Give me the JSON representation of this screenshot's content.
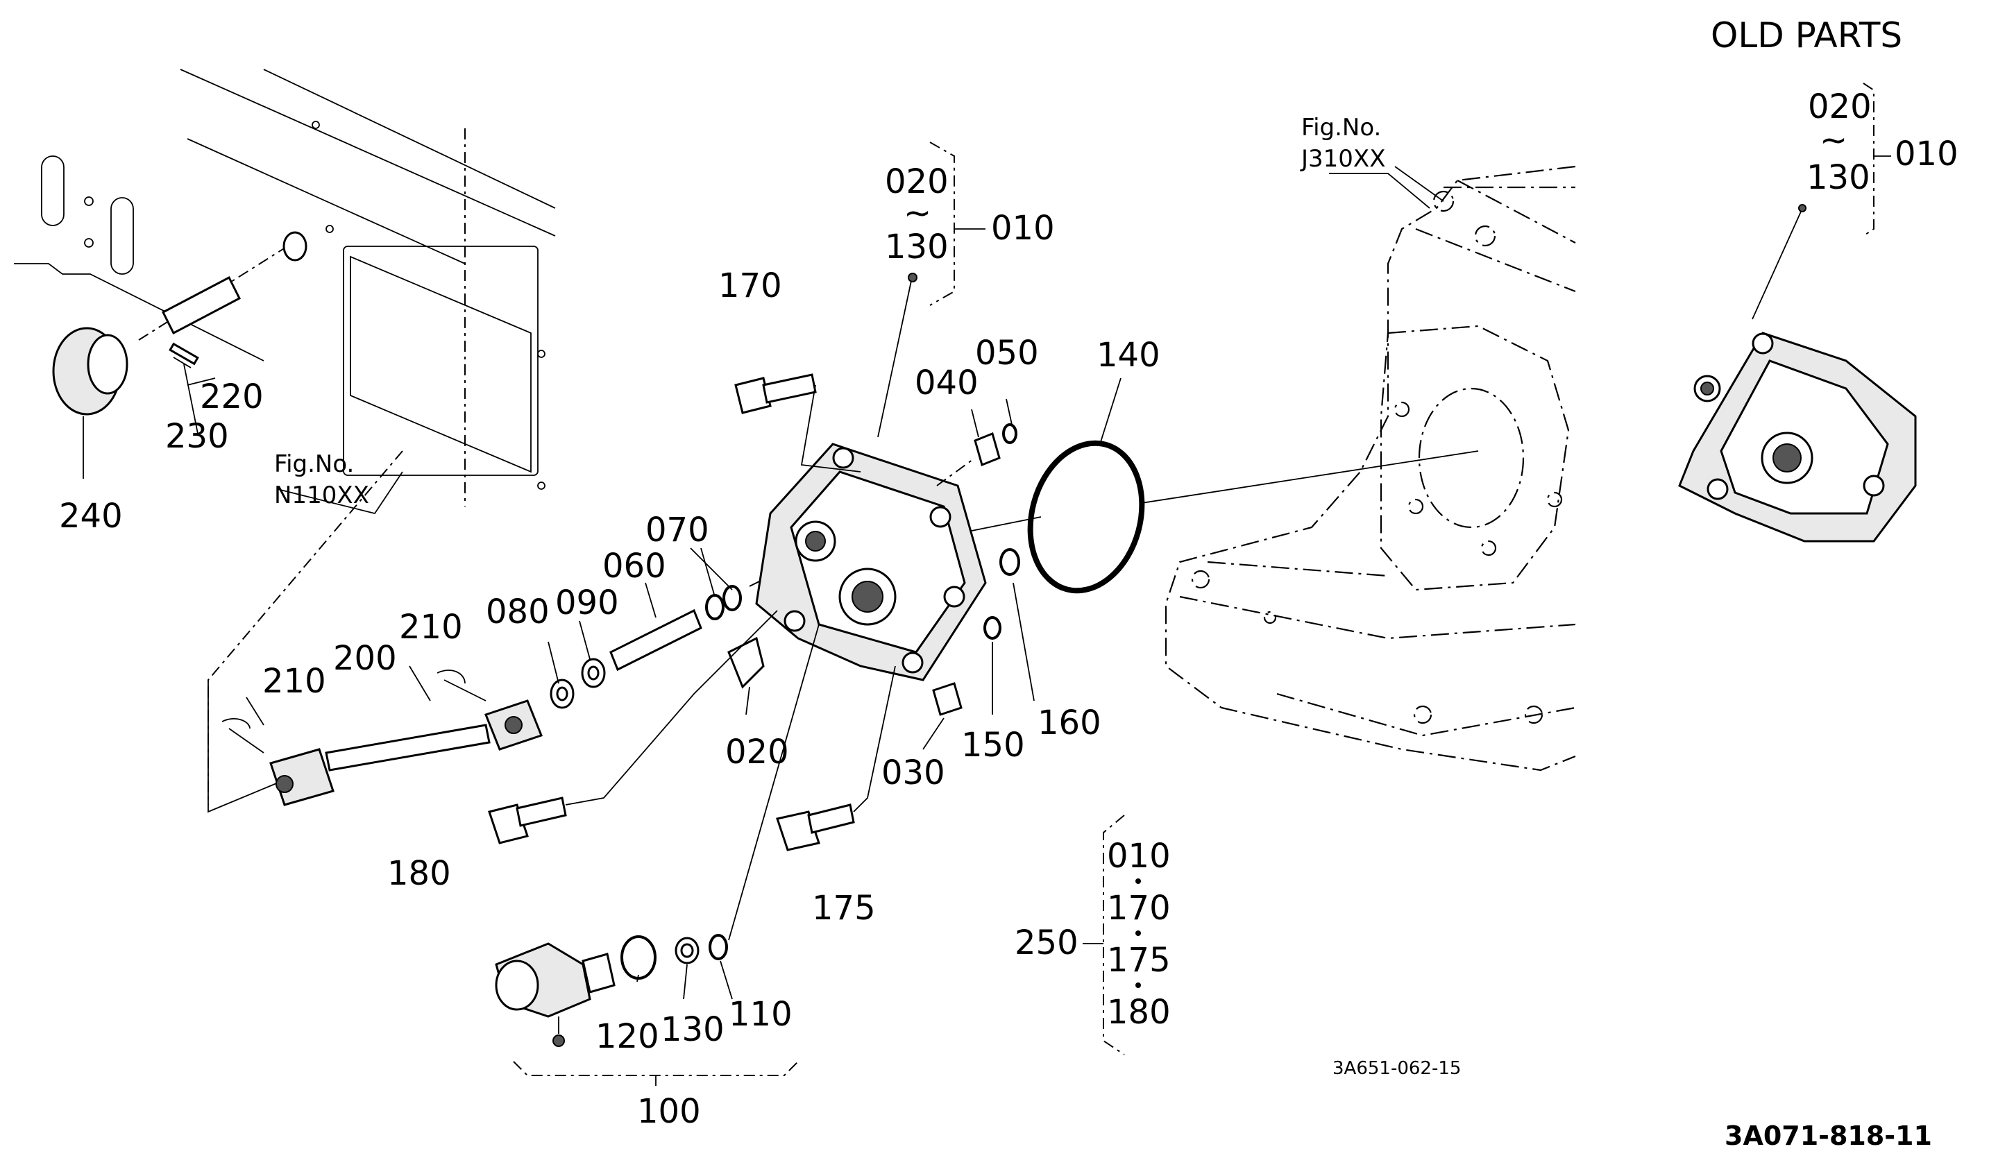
{
  "old_parts": {
    "header": "OLD PARTS",
    "bracket_top": "020",
    "bracket_tilde": "~",
    "bracket_bottom": "130",
    "assembly": "010"
  },
  "references": {
    "fig_label": "Fig.No.",
    "right_fig": "J310XX",
    "left_fig": "N110XX"
  },
  "main_bracket": {
    "top": "020",
    "tilde": "~",
    "bottom": "130",
    "assembly": "010"
  },
  "parts": {
    "p020": "020",
    "p030": "030",
    "p040": "040",
    "p050": "050",
    "p060": "060",
    "p070": "070",
    "p080": "080",
    "p090": "090",
    "p100": "100",
    "p110": "110",
    "p120": "120",
    "p130": "130",
    "p140": "140",
    "p150": "150",
    "p160": "160",
    "p170": "170",
    "p175": "175",
    "p180": "180",
    "p200": "200",
    "p210a": "210",
    "p210b": "210",
    "p220": "220",
    "p230": "230",
    "p240": "240"
  },
  "kit": {
    "label": "250",
    "items": [
      "010",
      "170",
      "175",
      "180"
    ]
  },
  "codes": {
    "drawing": "3A651-062-15",
    "page": "3A071-818-11"
  }
}
